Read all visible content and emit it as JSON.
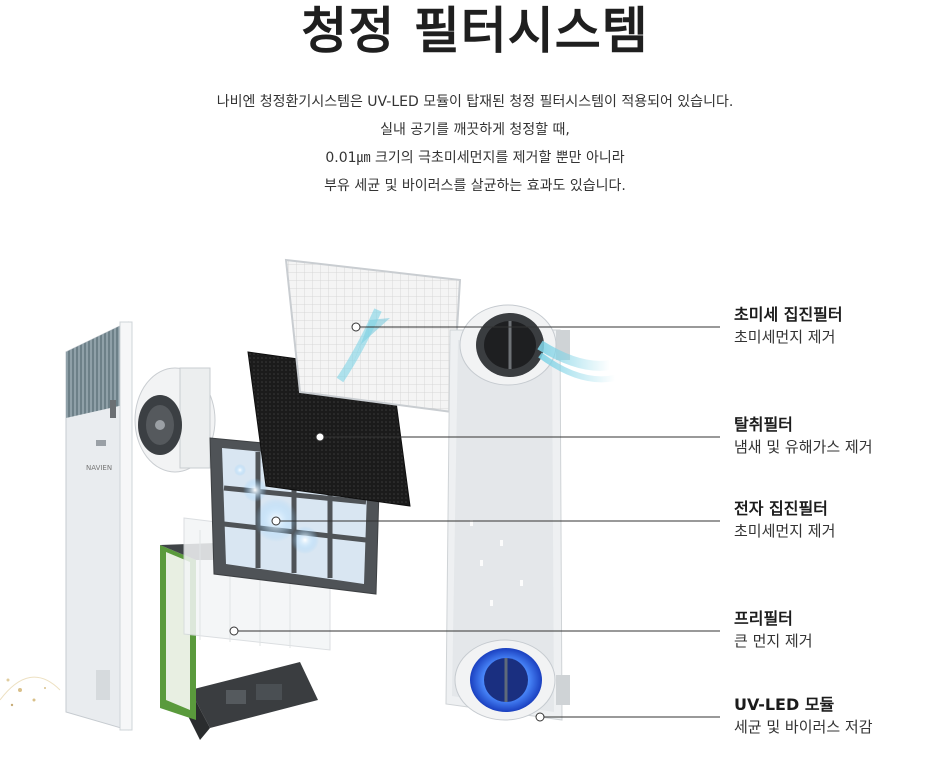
{
  "header": {
    "title": "청정 필터시스템",
    "description": [
      "나비엔 청정환기시스템은 UV-LED 모듈이 탑재된 청정 필터시스템이 적용되어 있습니다.",
      "실내 공기를 깨끗하게 청정할 때,",
      "0.01㎛ 크기의 극초미세먼지를 제거할 뿐만 아니라",
      "부유 세균 및 바이러스를 살균하는 효과도 있습니다."
    ]
  },
  "illustration": {
    "unit_brand_text": "NAVIEN"
  },
  "callouts": [
    {
      "title": "초미세 집진필터",
      "subtitle": "초미세먼지 제거"
    },
    {
      "title": "탈취필터",
      "subtitle": "냄새 및 유해가스 제거"
    },
    {
      "title": "전자 집진필터",
      "subtitle": "초미세먼지 제거"
    },
    {
      "title": "프리필터",
      "subtitle": "큰 먼지 제거"
    },
    {
      "title": "UV-LED 모듈",
      "subtitle": "세균 및 바이러스 저감"
    }
  ],
  "colors": {
    "title": "#1f1f1f",
    "accent_airflow": "#7fd3e6",
    "uv_glow": "#3a7bff",
    "green_frame": "#5a9a3c"
  }
}
